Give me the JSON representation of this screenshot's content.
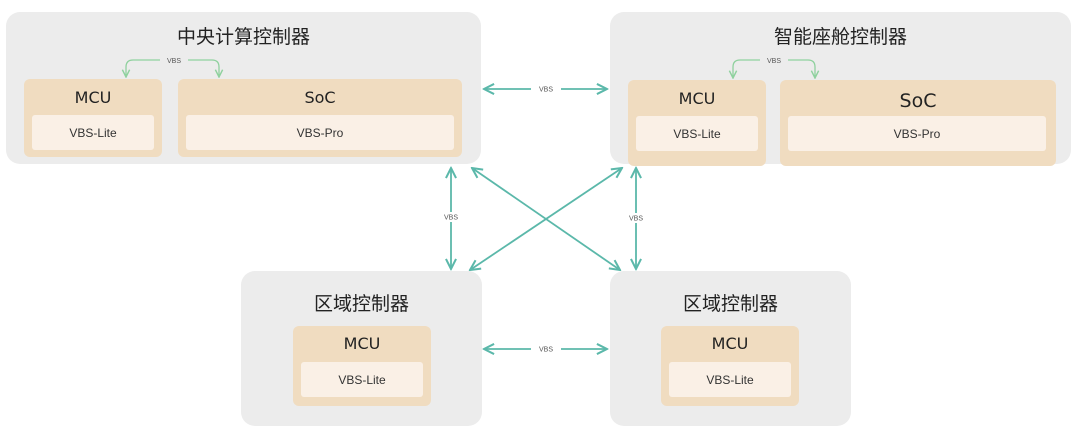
{
  "link_label": "VBS",
  "colors": {
    "link": "#5bb8aa",
    "inner_link": "#8fd19e",
    "panel": "#ececec",
    "chip": "#f0dcc0",
    "chip_inner": "#faf0e6"
  },
  "central": {
    "title": "中央计算控制器",
    "mcu": {
      "title": "MCU",
      "sub": "VBS-Lite"
    },
    "soc": {
      "title": "SoC",
      "sub": "VBS-Pro"
    }
  },
  "cockpit": {
    "title": "智能座舱控制器",
    "mcu": {
      "title": "MCU",
      "sub": "VBS-Lite"
    },
    "soc": {
      "title": "SoC",
      "sub": "VBS-Pro"
    }
  },
  "zone_left": {
    "title": "区域控制器",
    "mcu": {
      "title": "MCU",
      "sub": "VBS-Lite"
    }
  },
  "zone_right": {
    "title": "区域控制器",
    "mcu": {
      "title": "MCU",
      "sub": "VBS-Lite"
    }
  }
}
